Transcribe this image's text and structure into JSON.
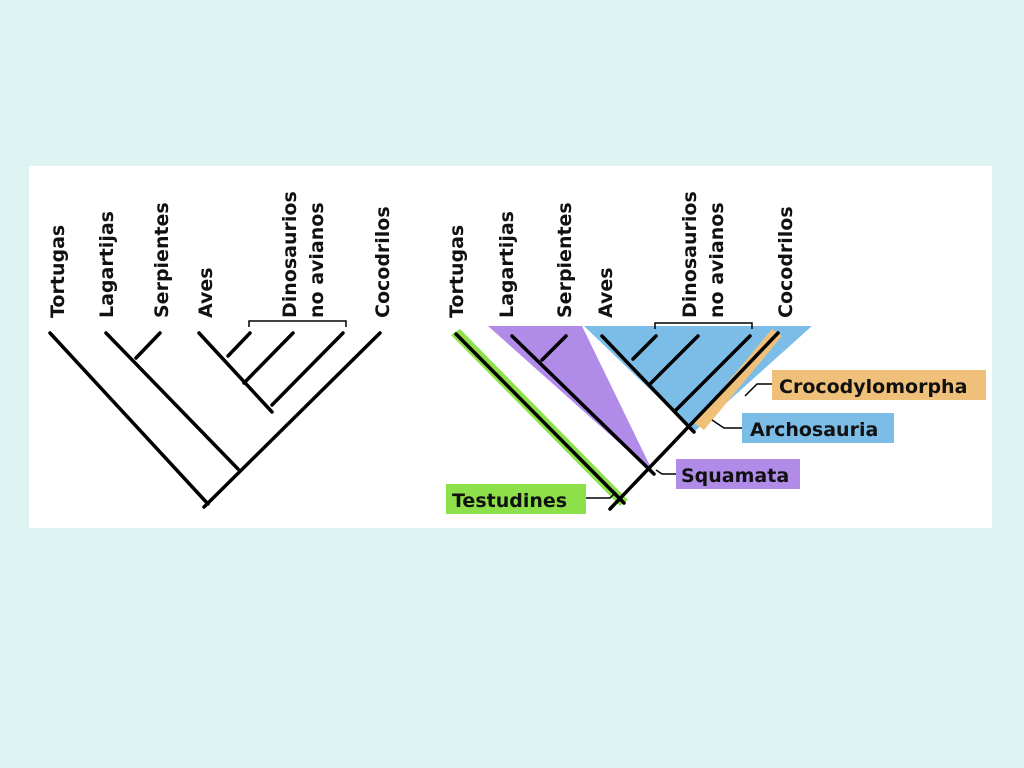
{
  "left_tree": {
    "taxa": {
      "tortugas": "Tortugas",
      "lagartijas": "Lagartijas",
      "serpientes": "Serpientes",
      "aves": "Aves",
      "dinosaurios_line1": "Dinosaurios",
      "dinosaurios_line2": "no avianos",
      "cocodrilos": "Cocodrilos"
    }
  },
  "right_tree": {
    "taxa": {
      "tortugas": "Tortugas",
      "lagartijas": "Lagartijas",
      "serpientes": "Serpientes",
      "aves": "Aves",
      "dinosaurios_line1": "Dinosaurios",
      "dinosaurios_line2": "no avianos",
      "cocodrilos": "Cocodrilos"
    },
    "clades": {
      "crocodylomorpha": "Crocodylomorpha",
      "archosauria": "Archosauria",
      "squamata": "Squamata",
      "testudines": "Testudines"
    }
  },
  "colors": {
    "background": "#dcf3f1",
    "panel": "#ffffff",
    "testudines": "#8ee04a",
    "squamata": "#b08be8",
    "archosauria": "#7cbde8",
    "crocodylomorpha": "#efc07a",
    "branch": "#000000"
  }
}
